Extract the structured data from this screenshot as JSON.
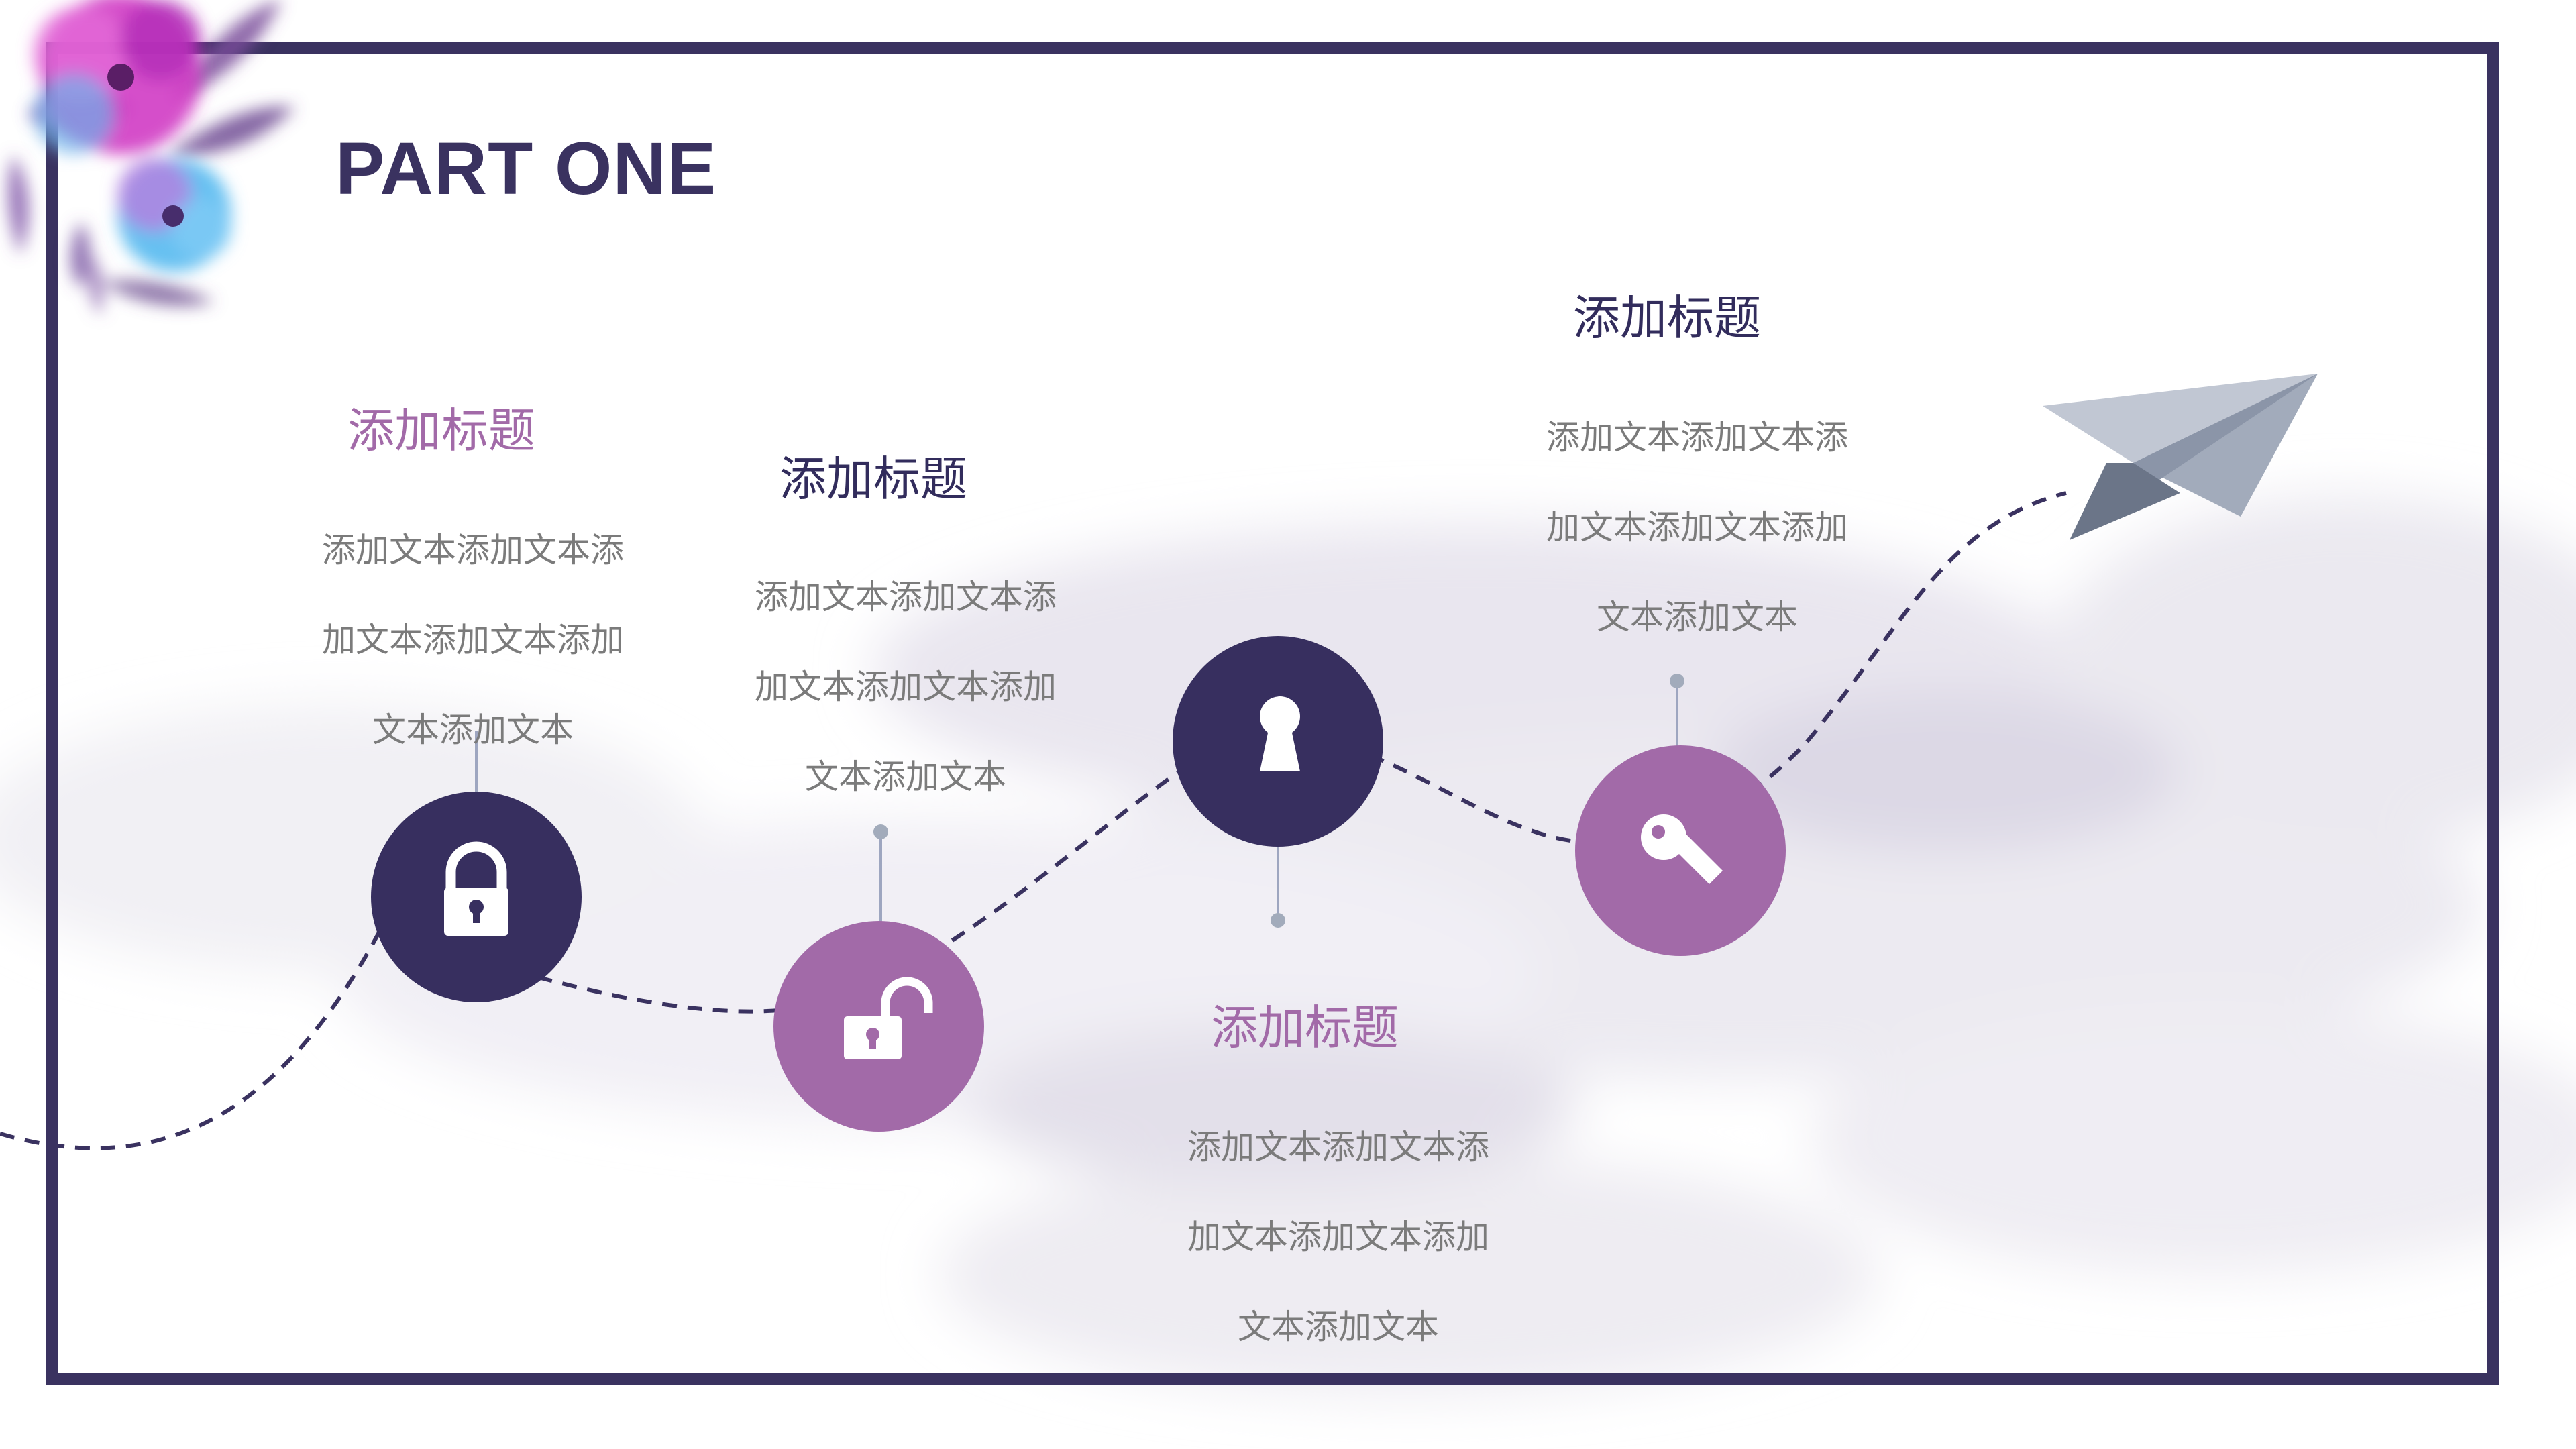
{
  "slide": {
    "title": "PART ONE",
    "colors": {
      "frame": "#3a3260",
      "dark_circle": "#372f5f",
      "light_circle": "#a26aa8",
      "connector": "#9ea6c0",
      "plane_light": "#c1c7d3",
      "plane_mid": "#a2abbb",
      "plane_dark": "#6b7588"
    }
  },
  "steps": [
    {
      "icon": "padlock-locked-icon",
      "heading": "添加标题",
      "lines": [
        "添加文本添加文本添",
        "加文本添加文本添加",
        "文本添加文本"
      ]
    },
    {
      "icon": "padlock-unlocked-icon",
      "heading": "添加标题",
      "lines": [
        "添加文本添加文本添",
        "加文本添加文本添加",
        "文本添加文本"
      ]
    },
    {
      "icon": "keyhole-icon",
      "heading": "添加标题",
      "lines": [
        "添加文本添加文本添",
        "加文本添加文本添加",
        "文本添加文本"
      ]
    },
    {
      "icon": "key-icon",
      "heading": "添加标题",
      "lines": [
        "添加文本添加文本添",
        "加文本添加文本添加",
        "文本添加文本"
      ]
    }
  ]
}
